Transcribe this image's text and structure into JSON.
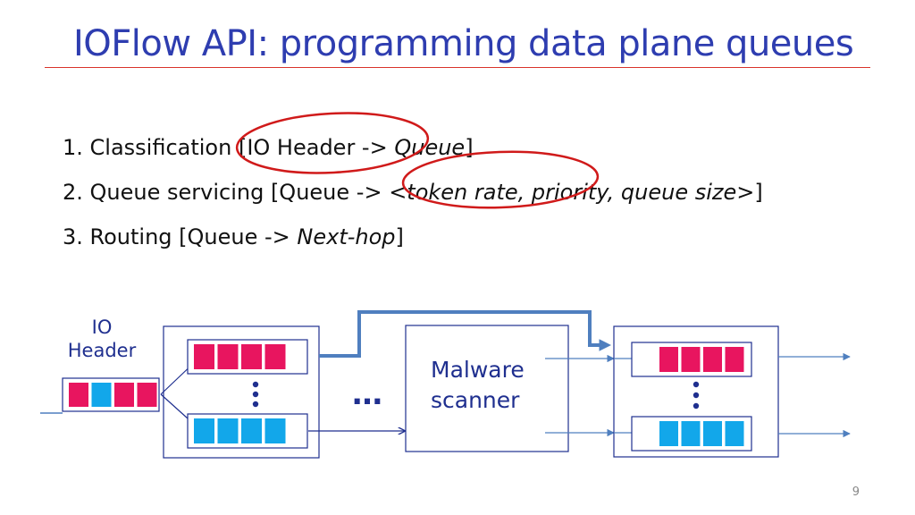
{
  "slide": {
    "title": "IOFlow API: programming data plane queues",
    "page_number": "9"
  },
  "steps": [
    {
      "prefix": "1. Classification [IO Header -> ",
      "em": "Queue",
      "suffix": "]"
    },
    {
      "prefix": "2. Queue servicing [Queue -> ",
      "em": "<token rate, priority, queue size>",
      "suffix": "]"
    },
    {
      "prefix": "3. Routing [Queue -> ",
      "em": "Next-hop",
      "suffix": "]"
    }
  ],
  "diagram": {
    "io_header_label_line1": "IO",
    "io_header_label_line2": "Header",
    "ellipsis": "…",
    "malware_line1": "Malware",
    "malware_line2": "scanner",
    "colors": {
      "pink": "#e8155f",
      "cyan": "#12a7ea",
      "box_stroke": "#1f2f8f",
      "link": "#4f7fbf",
      "highlight": "#d01a1a"
    },
    "io_header_cells": [
      "pink",
      "cyan",
      "pink",
      "pink"
    ],
    "left_top_queue": [
      "pink",
      "pink",
      "pink",
      "pink"
    ],
    "left_bottom_queue": [
      "cyan",
      "cyan",
      "cyan",
      "cyan"
    ],
    "right_top_queue": [
      "pink",
      "pink",
      "pink",
      "pink"
    ],
    "right_bottom_queue": [
      "cyan",
      "cyan",
      "cyan",
      "cyan"
    ]
  }
}
